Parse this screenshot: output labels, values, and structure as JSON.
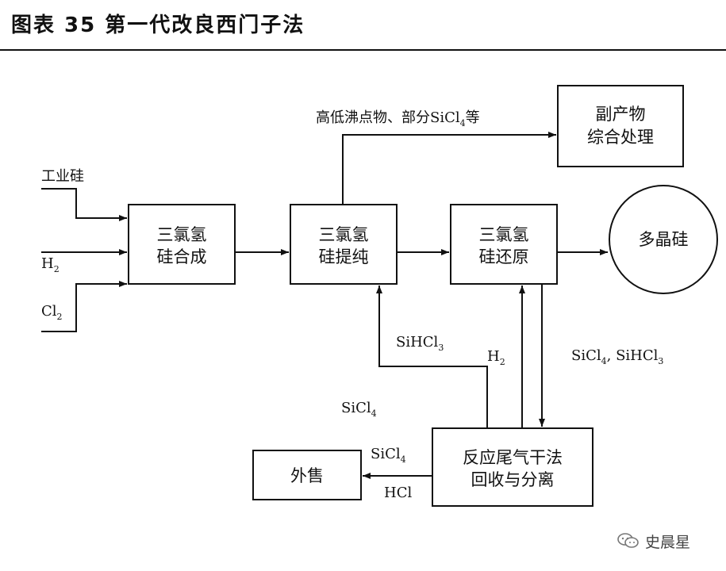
{
  "title": "图表 35 第一代改良西门子法",
  "watermark": "史晨星",
  "inputs": {
    "industrial_silicon": "工业硅",
    "h2": "H",
    "h2_sub": "2",
    "cl2": "Cl",
    "cl2_sub": "2"
  },
  "boxes": {
    "synthesis": [
      "三氯氢",
      "硅合成"
    ],
    "purification": [
      "三氯氢",
      "硅提纯"
    ],
    "reduction": [
      "三氯氢",
      "硅还原"
    ],
    "polysilicon": "多晶硅",
    "byproduct": [
      "副产物",
      "综合处理"
    ],
    "recovery": [
      "反应尾气干法",
      "回收与分离"
    ],
    "sale": "外售"
  },
  "flows": {
    "high_boiling": {
      "pre": "高低沸点物、部分SiCl",
      "sub": "4",
      "post": "等"
    },
    "sihcl3_return": {
      "pre": "SiHCl",
      "sub": "3"
    },
    "h2_return": {
      "pre": "H",
      "sub": "2"
    },
    "sicl4_left": {
      "pre": "SiCl",
      "sub": "4"
    },
    "exhaust": {
      "a": "SiCl",
      "a_sub": "4",
      "b": ", SiHCl",
      "b_sub": "3"
    },
    "sale_sicl4": {
      "pre": "SiCl",
      "sub": "4"
    },
    "sale_hcl": "HCl"
  }
}
